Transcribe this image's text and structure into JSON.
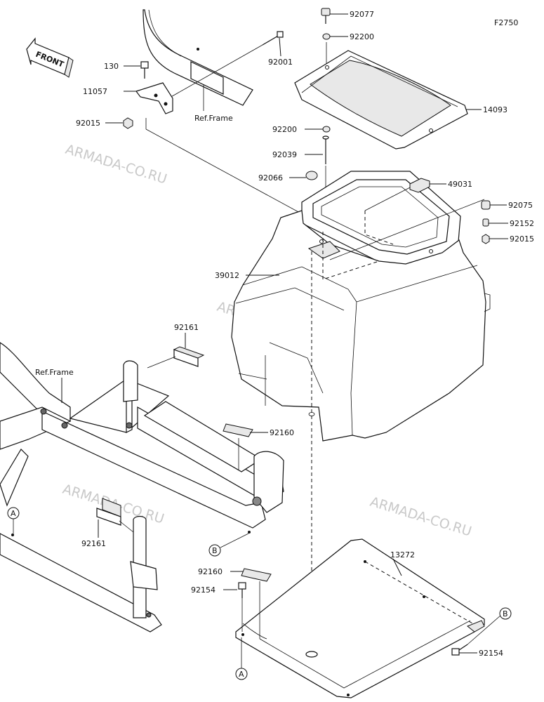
{
  "figure_code": "F2750",
  "front_label": "FRONT",
  "watermark": "ARMADA-CO.RU",
  "ref_frame_label": "Ref.Frame",
  "callouts": {
    "A": "A",
    "B": "B"
  },
  "parts": {
    "p92077": "92077",
    "p92200_top": "92200",
    "p92001": "92001",
    "p130": "130",
    "p11057": "11057",
    "p92015_left": "92015",
    "p14093": "14093",
    "p92200_mid": "92200",
    "p92039": "92039",
    "p92066": "92066",
    "p49031": "49031",
    "p92075": "92075",
    "p92152": "92152",
    "p92015_right": "92015",
    "p39012": "39012",
    "p92161_top": "92161",
    "p92160_top": "92160",
    "p92161_bottom": "92161",
    "p13272": "13272",
    "p92160_bottom": "92160",
    "p92154_left": "92154",
    "p92154_right": "92154"
  }
}
